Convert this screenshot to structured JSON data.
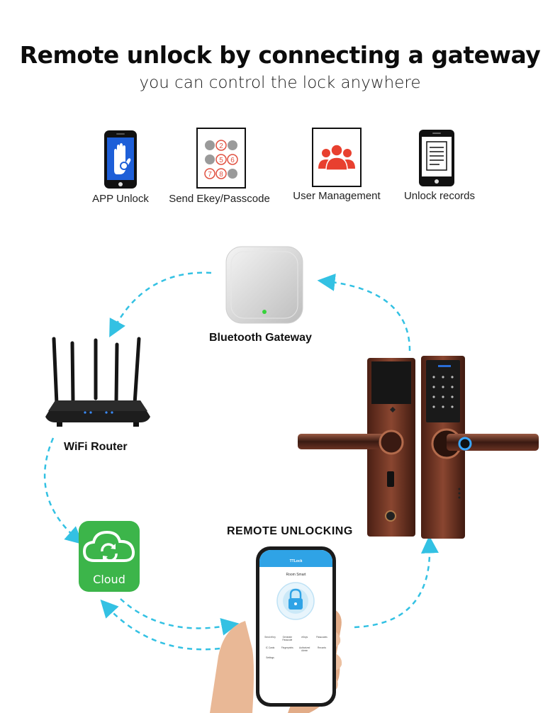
{
  "headline": "Remote unlock by connecting a gateway",
  "subline": "you can control the lock anywhere",
  "features": [
    {
      "label": "APP Unlock",
      "icon": "phone-hand-icon"
    },
    {
      "label": "Send Ekey/Passcode",
      "icon": "keypad-icon"
    },
    {
      "label": "User Management",
      "icon": "users-icon"
    },
    {
      "label": "Unlock records",
      "icon": "records-icon"
    }
  ],
  "keypad_digits": [
    "2",
    "5",
    "6",
    "7",
    "8"
  ],
  "nodes": {
    "gateway": "Bluetooth Gateway",
    "router": "WiFi Router",
    "cloud": "Cloud",
    "remote": "REMOTE UNLOCKING"
  },
  "phone_app": {
    "title": "TTLock",
    "device_name": "Room Smart",
    "menu_row1": [
      "Send eKey",
      "Generate Passcode",
      "eKeys",
      "Passcodes"
    ],
    "menu_row2": [
      "IC Cards",
      "Fingerprints",
      "Authorized Admin",
      "Records"
    ],
    "menu_row3": [
      "Settings"
    ]
  },
  "colors": {
    "accent_cyan": "#33c1e3",
    "cloud_green": "#3cb54a",
    "user_red": "#e8402f",
    "lock_bronze": "#7a3a28"
  }
}
